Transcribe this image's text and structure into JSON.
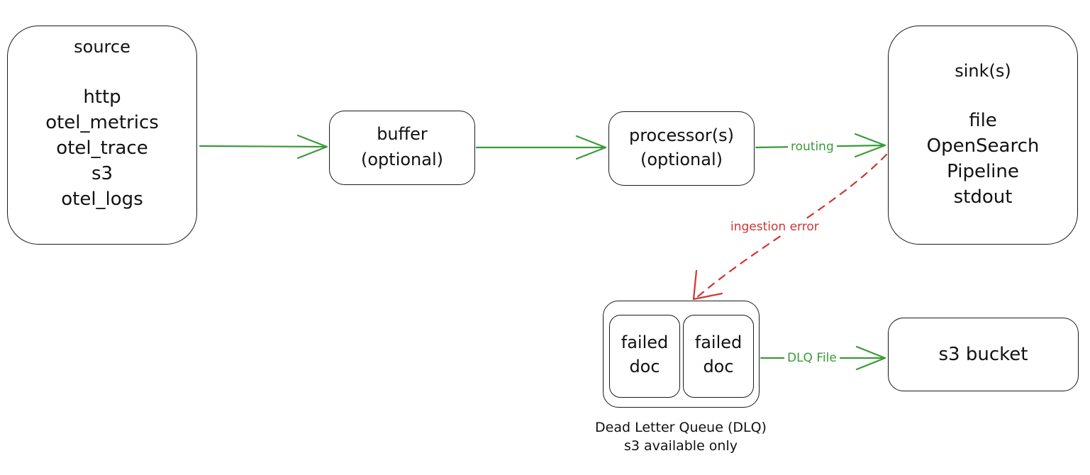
{
  "nodes": {
    "source": {
      "title": "source",
      "items": [
        "http",
        "otel_metrics",
        "otel_trace",
        "s3",
        "otel_logs"
      ]
    },
    "buffer": {
      "lines": [
        "buffer",
        "(optional)"
      ]
    },
    "processor": {
      "lines": [
        "processor(s)",
        "(optional)"
      ]
    },
    "sink": {
      "title": "sink(s)",
      "items": [
        "file",
        "OpenSearch",
        "Pipeline",
        "stdout"
      ]
    },
    "dlq": {
      "docs": [
        {
          "lines": [
            "failed",
            "doc"
          ]
        },
        {
          "lines": [
            "failed",
            "doc"
          ]
        }
      ],
      "caption": [
        "Dead Letter Queue (DLQ)",
        "s3 available only"
      ]
    },
    "s3_bucket": {
      "label": "s3 bucket"
    }
  },
  "edges": {
    "routing": "routing",
    "ingestion_error": "ingestion error",
    "dlq_file": "DLQ File"
  },
  "colors": {
    "flow": "#3a9a3a",
    "error": "#d13434",
    "outline": "#1a1a1a"
  }
}
